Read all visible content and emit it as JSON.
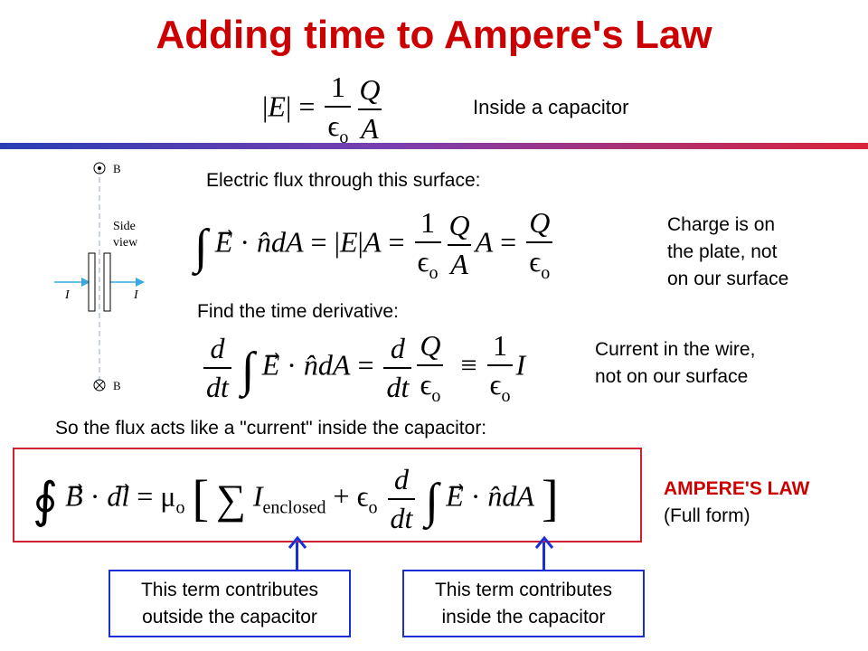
{
  "title": "Adding time to Ampere's Law",
  "inside_capacitor": "Inside a capacitor",
  "flux_label": "Electric flux through this surface:",
  "charge_note": [
    "Charge is on",
    "the plate, not",
    "on our surface"
  ],
  "derivative_label": "Find the time derivative:",
  "current_note": [
    "Current in the wire,",
    "not on our surface"
  ],
  "flux_current_label": "So the flux acts like a \"current\" inside the capacitor:",
  "ampere_title": "AMPERE'S LAW",
  "ampere_sub": "(Full form)",
  "left_note": [
    "This term contributes",
    "outside the capacitor"
  ],
  "right_note": [
    "This term contributes",
    "inside the capacitor"
  ],
  "diagram": {
    "b_label": "B",
    "side_view": [
      "Side",
      "view"
    ],
    "current_label": "I"
  },
  "colors": {
    "title": "#cc0000",
    "red_box": "#d32030",
    "blue_box": "#1a2fd6"
  }
}
